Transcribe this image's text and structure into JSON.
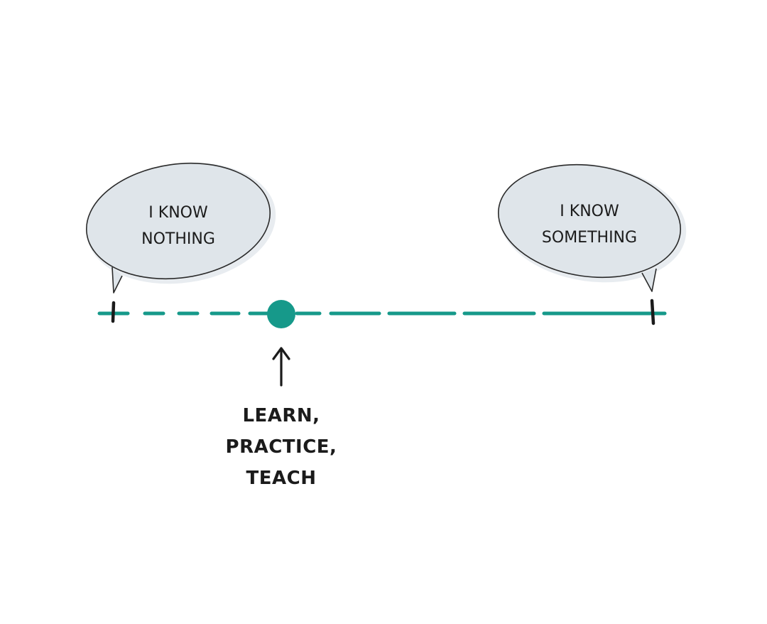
{
  "left_bubble": {
    "lines": [
      "I KNOW",
      "NOTHING"
    ]
  },
  "right_bubble": {
    "lines": [
      "I KNOW",
      "SOMETHING"
    ]
  },
  "marker_caption": {
    "lines": [
      "LEARN,",
      "PRACTICE,",
      "TEACH"
    ]
  },
  "colors": {
    "timeline": "#16998a",
    "bubble_fill": "#dfe5ea",
    "bubble_stroke": "#2a2a2a",
    "ink": "#1b1b1b",
    "background": "#ffffff"
  },
  "icons": {
    "marker": "filled-circle-icon",
    "pointer": "arrow-up-icon"
  }
}
